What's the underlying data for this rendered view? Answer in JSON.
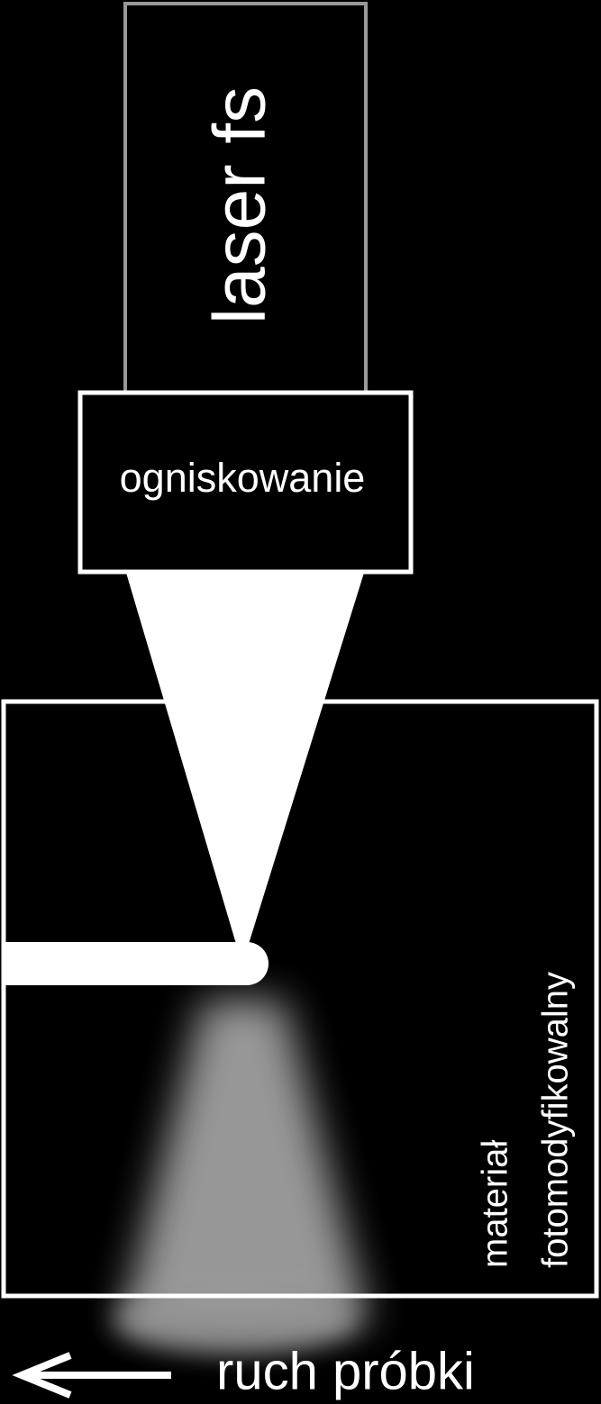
{
  "colors": {
    "background": "#000000",
    "foreground": "#ffffff",
    "laser_outline": "#999999",
    "glow": "#aaaaaa"
  },
  "labels": {
    "laser": "laser fs",
    "focusing": "ogniskowanie",
    "material_line1": "materiał",
    "material_line2": "fotomodyfikowalny",
    "sample_motion": "ruch próbki"
  },
  "icons": {
    "motion_arrow": "arrow-left-icon"
  }
}
